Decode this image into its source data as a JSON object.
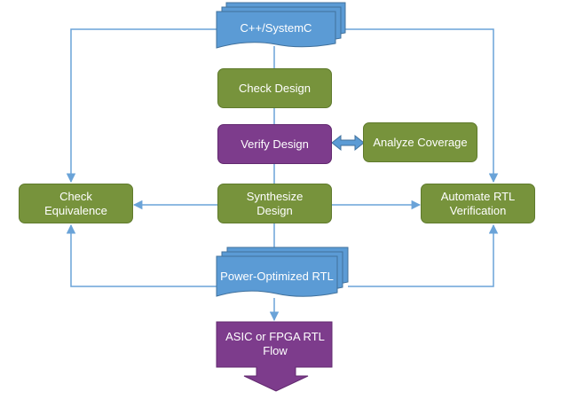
{
  "source_node": {
    "label": "C++/SystemC"
  },
  "check_design": {
    "label": "Check Design"
  },
  "verify_design": {
    "label": "Verify Design"
  },
  "analyze_coverage": {
    "label": "Analyze Coverage"
  },
  "synthesize_design": {
    "label": "Synthesize Design"
  },
  "check_equivalence": {
    "label": "Check Equivalence"
  },
  "automate_rtl_verification": {
    "label": "Automate RTL Verification"
  },
  "power_optimized_rtl": {
    "label": "Power-Optimized RTL"
  },
  "asic_fpga_flow": {
    "label": "ASIC or FPGA RTL Flow"
  },
  "colors": {
    "green": "#77933c",
    "purple": "#7d3c8c",
    "blue": "#5b9bd5",
    "line": "#6aa3d8"
  }
}
